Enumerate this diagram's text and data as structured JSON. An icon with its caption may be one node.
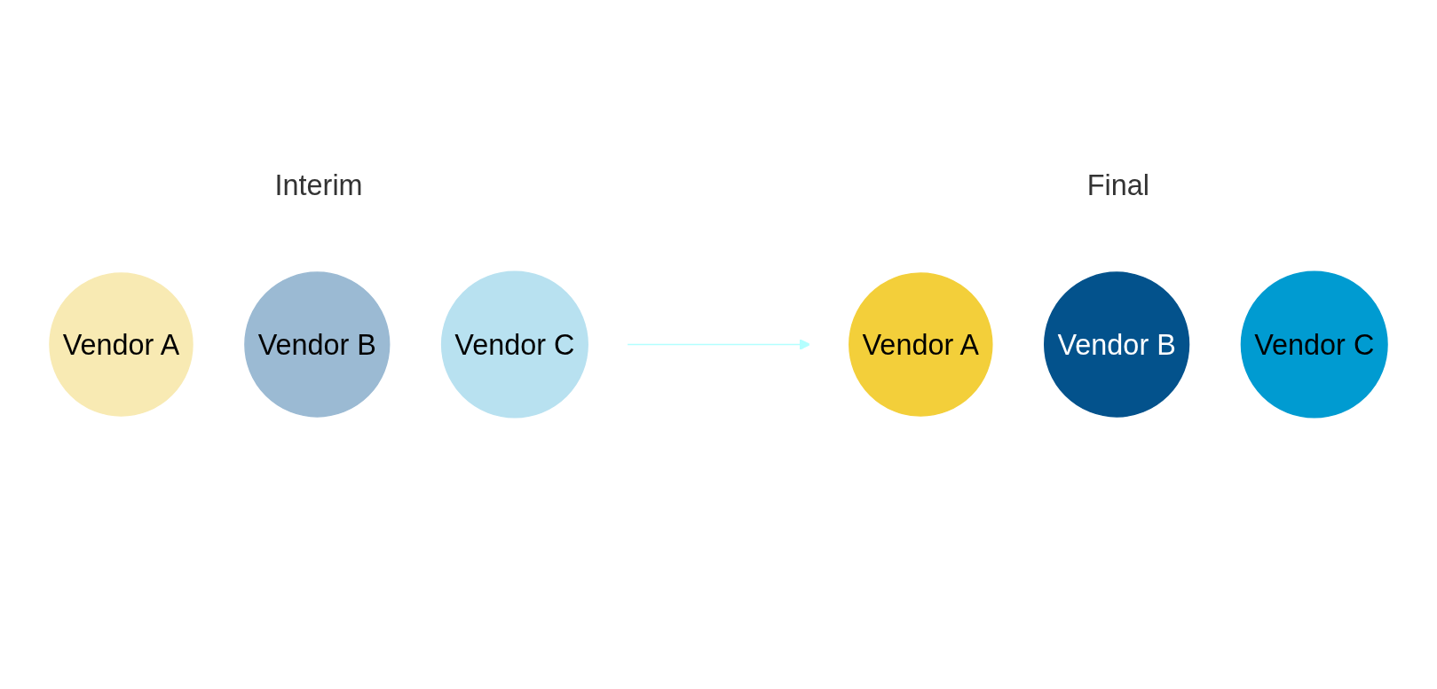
{
  "diagram": {
    "nodes": [
      {
        "text": [
          "Interim"
        ]
      },
      {
        "text": [
          "Vendor A"
        ],
        "in": 0
      },
      {
        "text": [
          "Vendor B"
        ],
        "in": 0
      },
      {
        "text": [
          "Vendor C"
        ],
        "in": 0
      },
      {
        "text": [
          "Final"
        ]
      },
      {
        "text": [
          "Vendor A"
        ],
        "in": 4
      },
      {
        "text": [
          "Vendor B"
        ],
        "in": 4
      },
      {
        "text": [
          "Vendor C"
        ],
        "in": 4
      }
    ],
    "edges": [
      {
        "from": 0,
        "to": 4,
        "arrow": "to",
        "color": "#b3ffff"
      }
    ]
  }
}
